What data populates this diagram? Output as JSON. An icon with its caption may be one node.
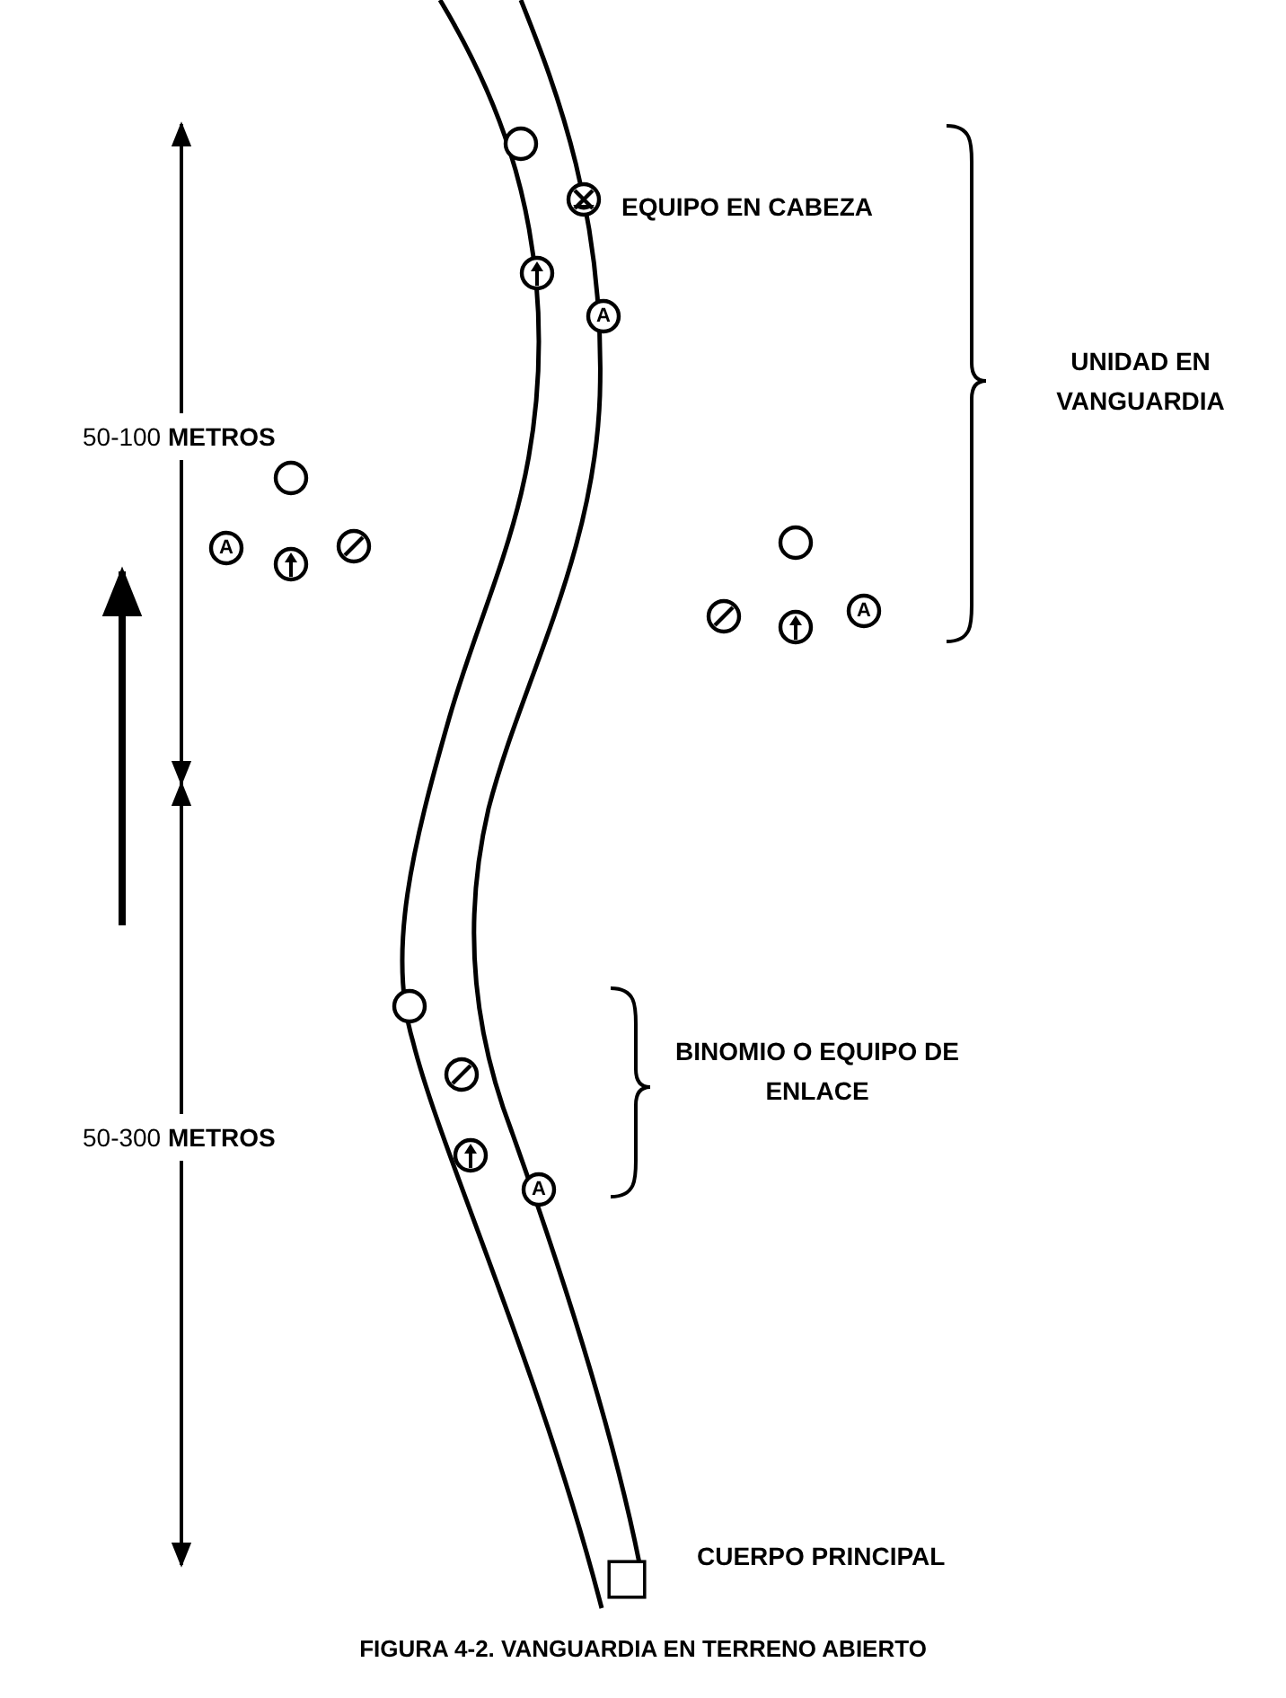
{
  "diagram": {
    "caption": "FIGURA 4-2. VANGUARDIA EN TERRENO ABIERTO",
    "nodes": [
      {
        "text": [],
        "shape": "circle"
      },
      {
        "text": [],
        "shape": "circle",
        "beside": [
          "EQUIPO EN CABEZA"
        ]
      },
      {
        "text": [],
        "shape": "circle"
      },
      {
        "text": [
          "A"
        ]
      },
      {
        "text": [],
        "shape": "circle"
      },
      {
        "text": [
          "A"
        ]
      },
      {
        "text": [],
        "shape": "circle"
      },
      {
        "text": [],
        "shape": "circle"
      },
      {
        "text": [],
        "shape": "circle"
      },
      {
        "text": [],
        "shape": "circle"
      },
      {
        "text": [],
        "shape": "circle"
      },
      {
        "text": [
          "A"
        ]
      },
      {
        "text": [],
        "shape": "circle"
      },
      {
        "text": [],
        "shape": "circle"
      },
      {
        "text": [],
        "shape": "circle"
      },
      {
        "text": [
          "A"
        ]
      },
      {
        "text": [],
        "shape": "box",
        "beside": [
          "CUERPO PRINCIPAL"
        ]
      }
    ],
    "labels": [
      "UNIDAD EN VANGUARDIA",
      "50-100 **METROS**",
      "BINOMIO O EQUIPO DE ENLACE",
      "50-300 **METROS**"
    ]
  }
}
